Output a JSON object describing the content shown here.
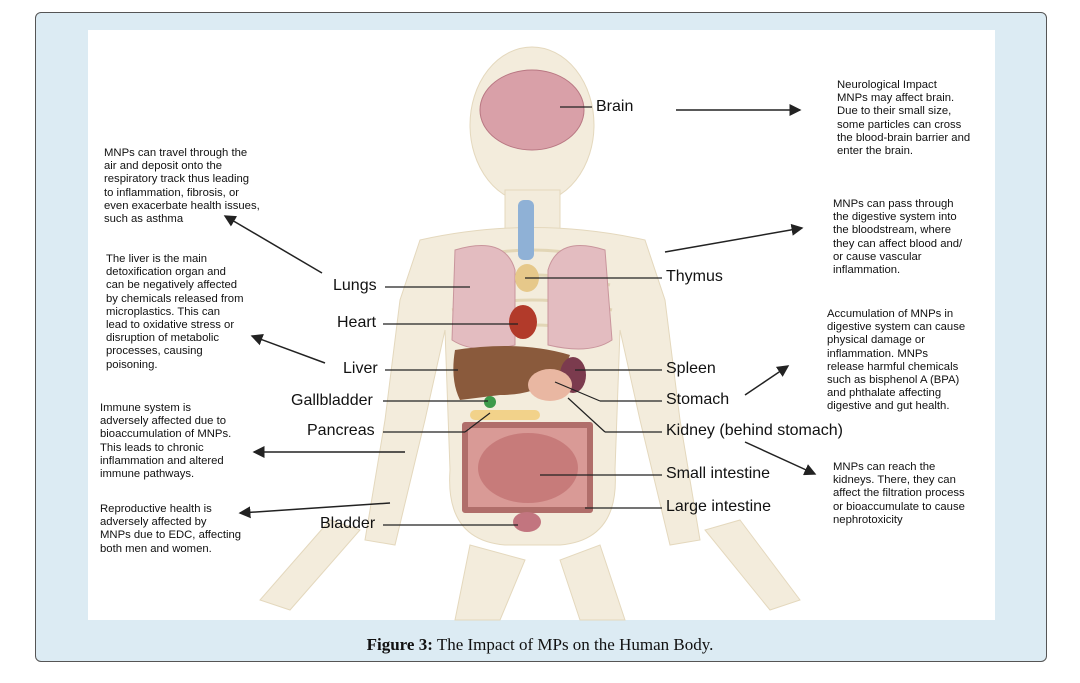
{
  "figure": {
    "labels": {
      "brain": "Brain",
      "lungs": "Lungs",
      "heart": "Heart",
      "liver": "Liver",
      "gallbladder": "Gallbladder",
      "pancreas": "Pancreas",
      "bladder": "Bladder",
      "thymus": "Thymus",
      "spleen": "Spleen",
      "stomach": "Stomach",
      "kidney": "Kidney (behind stomach)",
      "small_intestine": "Small intestine",
      "large_intestine": "Large intestine"
    },
    "notes": {
      "neurological": "Neurological Impact\nMNPs may affect brain.\nDue to their small size,\nsome particles can cross\nthe blood-brain barrier and\nenter the brain.",
      "blood": "MNPs can pass through\nthe digestive system into\nthe bloodstream, where\nthey can affect blood  and/\nor cause vascular\ninflammation.",
      "digestive": "Accumulation of MNPs in\ndigestive system can cause\nphysical damage or\ninflammation. MNPs\nrelease harmful chemicals\nsuch as bisphenol A (BPA)\nand phthalate affecting\ndigestive and gut health.",
      "kidney": "MNPs can reach the\nkidneys. There, they can\naffect the filtration process\nor bioaccumulate to cause\nnephrotoxicity",
      "respiratory": "MNPs can travel through the\nair and deposit onto the\nrespiratory track thus leading\nto inflammation, fibrosis, or\neven exacerbate health issues,\nsuch as asthma",
      "liver": "The liver is the main\ndetoxification organ and\ncan be negatively affected\nby chemicals released from\nmicroplastics. This can\nlead to oxidative stress or\ndisruption of metabolic\nprocesses, causing\npoisoning.",
      "immune": "Immune system is\nadversely affected due to\nbioaccumulation of MNPs.\nThis leads to chronic\ninflammation and altered\nimmune pathways.",
      "reproductive": "Reproductive health is\nadversely affected by\nMNPs due to EDC, affecting\nboth men and women."
    }
  },
  "caption": {
    "label": "Figure 3:",
    "text": " The Impact of MPs on the Human Body."
  },
  "colors": {
    "frame_bg": "#dcebf3",
    "skeleton": "#efe6d2",
    "organ_pink": "#e6b9bd",
    "liver": "#8a5a3c"
  }
}
